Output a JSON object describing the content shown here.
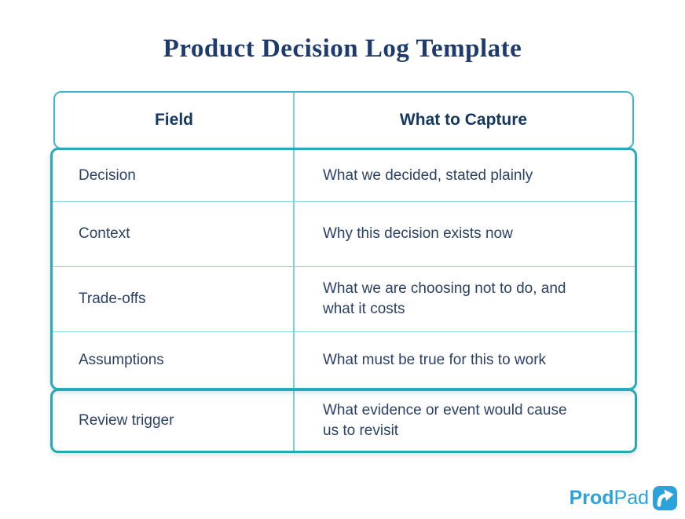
{
  "page": {
    "title": "Product Decision Log Template"
  },
  "table": {
    "columns": [
      "Field",
      "What to Capture"
    ],
    "rows": [
      {
        "field": "Decision",
        "capture": "What we decided, stated plainly"
      },
      {
        "field": "Context",
        "capture": "Why this decision exists now"
      },
      {
        "field": "Trade-offs",
        "capture": "What we are choosing not to do, and\nwhat it costs"
      },
      {
        "field": "Assumptions",
        "capture": "What must be true for this to work"
      },
      {
        "field": "Review trigger",
        "capture": "What evidence or event would cause\nus to revisit"
      }
    ]
  },
  "branding": {
    "brand_bold": "Prod",
    "brand_light": "Pad",
    "icon": "arrow-up-right-icon",
    "brand_color": "#2ba2da"
  },
  "colors": {
    "title_text": "#1d3b6c",
    "header_text": "#16385f",
    "cell_text": "#2b4166",
    "header_border": "#3eb4d2",
    "body_border": "#26abbe",
    "footer_border": "#22a9b6",
    "row_divider": "#8ed7e6",
    "column_divider": "#79cfe4"
  }
}
